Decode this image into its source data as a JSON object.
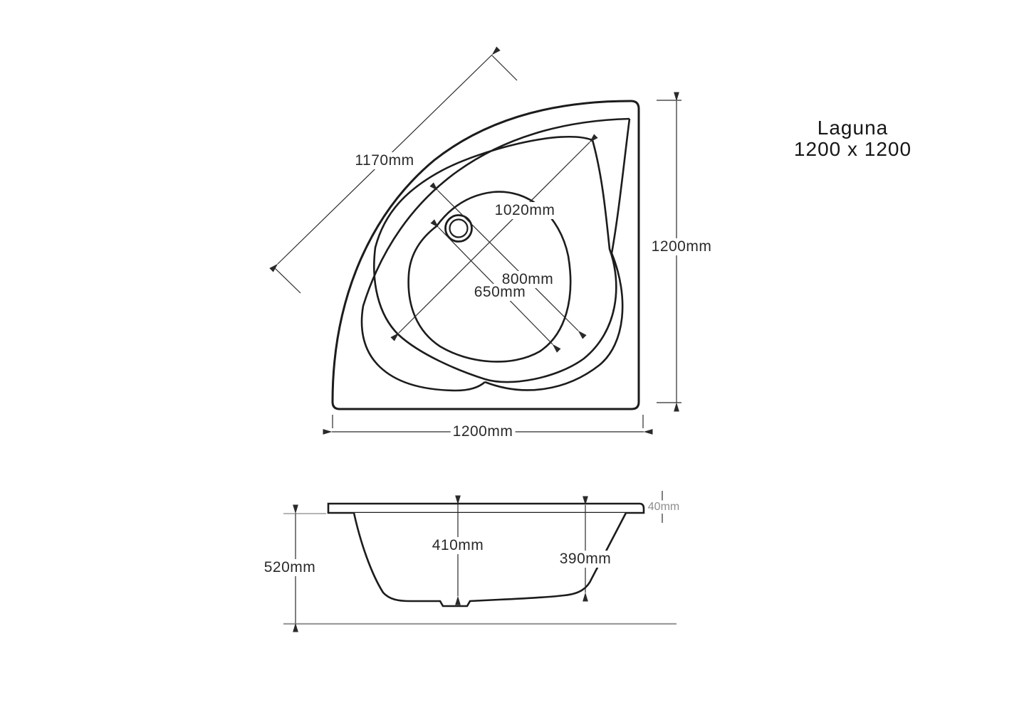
{
  "title": {
    "line1": "Laguna",
    "line2": "1200 x 1200"
  },
  "top_view": {
    "description": "plan view of corner bath",
    "dims": {
      "front_diagonal": "1170mm",
      "basin_diagonal": "1020mm",
      "basin_width": "800mm",
      "floor_width": "650mm",
      "side_length": "1200mm",
      "bottom_length": "1200mm"
    }
  },
  "side_view": {
    "description": "elevation view of bath",
    "dims": {
      "overall_height": "520mm",
      "inner_depth": "410mm",
      "inner_depth_right": "390mm",
      "rim_thickness": "40mm"
    }
  },
  "colors": {
    "outline": "#1c1c1c",
    "dimension_line": "#2a2a2a",
    "reference_gray": "#9c9c9c",
    "gray_text": "#8d8d8d",
    "background": "#ffffff"
  }
}
